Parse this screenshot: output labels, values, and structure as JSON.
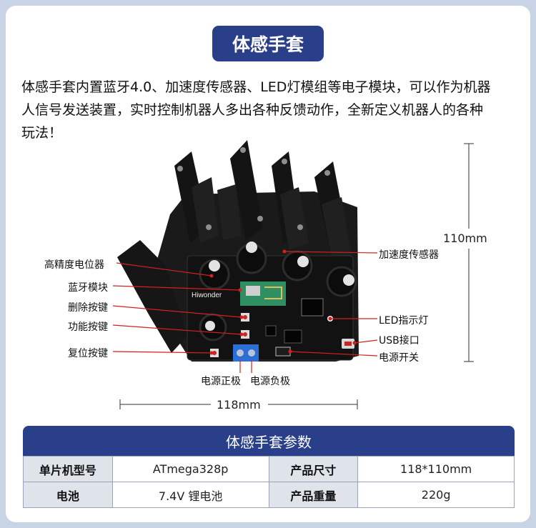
{
  "title": "体感手套",
  "description_lines": [
    "体感手套内置蓝牙4.0、加速度传感器、LED灯模组等电子模块，可以作为机器",
    "人信号发送装置，实时控制机器人多出各种反馈动作，全新定义机器人的各种",
    "玩法！"
  ],
  "board_brand": "Hiwonder",
  "callouts": {
    "pot": "高精度电位器",
    "bt": "蓝牙模块",
    "del": "删除按键",
    "func": "功能按键",
    "reset": "复位按键",
    "accel": "加速度传感器",
    "led": "LED指示灯",
    "usb": "USB接口",
    "power_switch": "电源开关",
    "pos": "电源正极",
    "neg": "电源负极"
  },
  "dimensions": {
    "height": "110mm",
    "width": "118mm"
  },
  "params": {
    "header": "体感手套参数",
    "rows": [
      {
        "k1": "单片机型号",
        "v1": "ATmega328p",
        "k2": "产品尺寸",
        "v2": "118*110mm"
      },
      {
        "k1": "电池",
        "v1": "7.4V 锂电池",
        "k2": "产品重量",
        "v2": "220g"
      }
    ]
  },
  "colors": {
    "accent": "#2a3f8a",
    "callout_line": "#d42020",
    "board": "#121212"
  }
}
